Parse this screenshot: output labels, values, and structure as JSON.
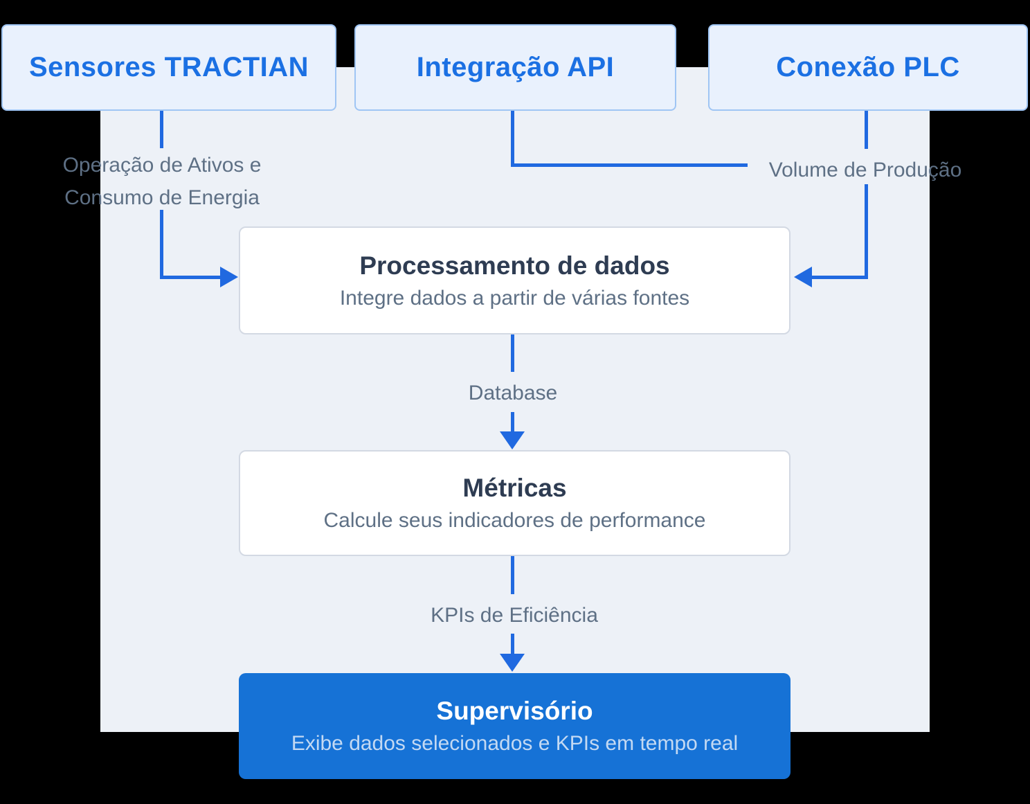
{
  "sources": {
    "sensors": "Sensores TRACTIAN",
    "api": "Integração API",
    "plc": "Conexão PLC"
  },
  "connectors": {
    "sensors_to_processing": "Operação de Ativos e Consumo de Energia",
    "plc_to_processing": "Volume de Produção",
    "processing_to_metrics": "Database",
    "metrics_to_supervisory": "KPIs de Eficiência"
  },
  "nodes": {
    "processing": {
      "title": "Processamento de dados",
      "subtitle": "Integre dados a partir de várias fontes"
    },
    "metrics": {
      "title": "Métricas",
      "subtitle": "Calcule seus indicadores de performance"
    },
    "supervisory": {
      "title": "Supervisório",
      "subtitle": "Exibe dados selecionados e KPIs em tempo real"
    }
  },
  "colors": {
    "outer_background": "#000000",
    "panel_background": "#edf1f7",
    "source_fill": "#e9f1fd",
    "source_border": "#9fc5f4",
    "source_text": "#1b70e3",
    "line_blue": "#2069e0",
    "card_background": "#ffffff",
    "card_border": "#d3d9e3",
    "card_title": "#2e3c52",
    "muted_text": "#5e7085",
    "supervisory_fill": "#1672d6",
    "supervisory_title": "#ffffff",
    "supervisory_subtitle": "#c3d9f3"
  }
}
